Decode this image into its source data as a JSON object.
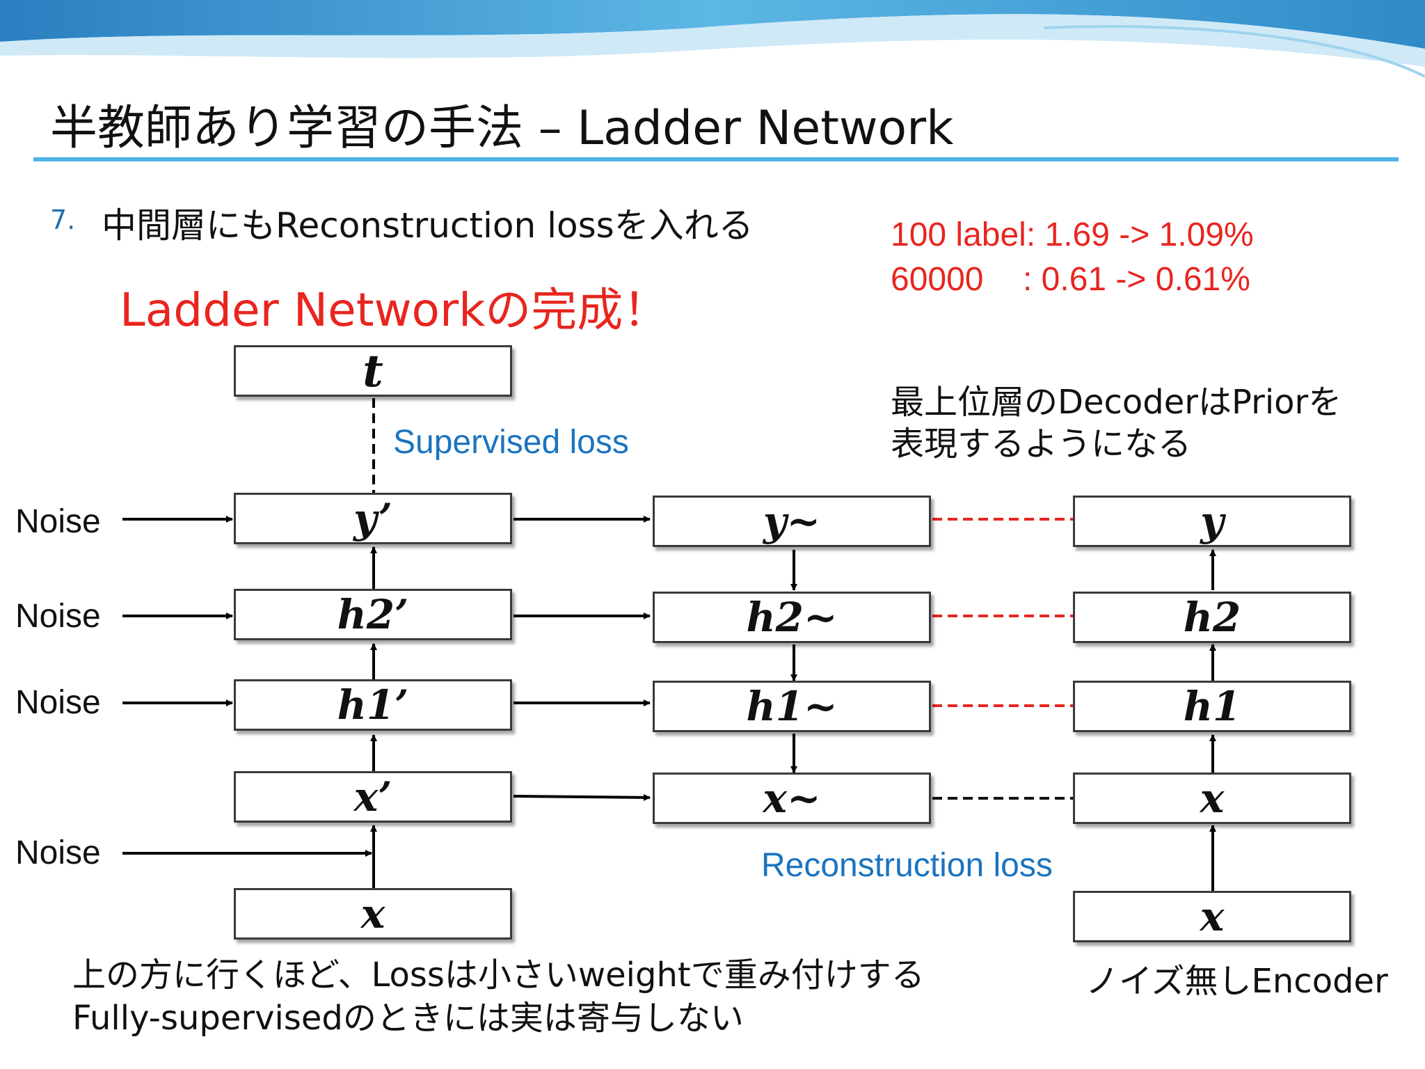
{
  "slide": {
    "title": "半教師あり学習の手法 – Ladder Network",
    "bullet_number": "7.",
    "bullet_text": "中間層にもReconstruction lossを入れる",
    "headline": "Ladder Networkの完成！",
    "stats": [
      {
        "label": "100 label",
        "value": ": 1.69 -> 1.09%"
      },
      {
        "label": "60000",
        "value": ": 0.61 -> 0.61%"
      }
    ],
    "note_lines": [
      "最上位層のDecoderはPriorを",
      "表現するようになる"
    ],
    "supervised_loss": "Supervised loss",
    "reconstruction_loss": "Reconstruction loss",
    "noise_label": "Noise",
    "bottom_lines": [
      "上の方に行くほど、Lossは小さいweightで重み付けする",
      "Fully-supervisedのときには実は寄与しない"
    ],
    "encoder_caption": "ノイズ無しEncoder"
  },
  "boxes": {
    "target": "t",
    "noisy_encoder": [
      "y’",
      "h2’",
      "h1’",
      "x’",
      "x"
    ],
    "decoder": [
      "y~",
      "h2~",
      "h1~",
      "x~"
    ],
    "clean_encoder": [
      "y",
      "h2",
      "h1",
      "x",
      "x"
    ]
  },
  "colors": {
    "accent_red": "#e8251f",
    "accent_blue": "#1b74c0",
    "title_rule": "#4fb3e6"
  }
}
